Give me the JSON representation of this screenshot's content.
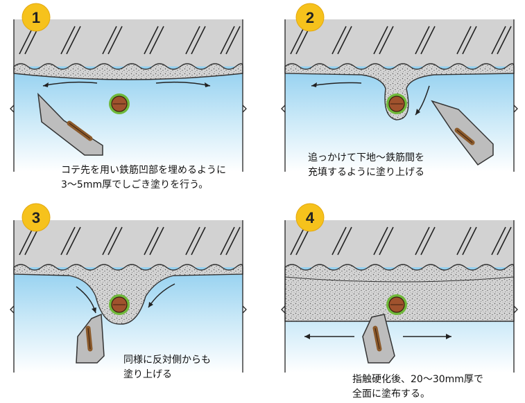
{
  "steps": [
    {
      "number": "1",
      "caption": [
        "コテ先を用い鉄筋凹部を埋めるように",
        "3〜5mm厚でしごき塗りを行う。"
      ]
    },
    {
      "number": "2",
      "caption": [
        "追っかけて下地〜鉄筋間を",
        "充填するように塗り上げる"
      ]
    },
    {
      "number": "3",
      "caption": [
        "同様に反対側からも",
        "塗り上げる"
      ]
    },
    {
      "number": "4",
      "caption": [
        "指触硬化後、20〜30mm厚で",
        "全面に塗布する。"
      ]
    }
  ],
  "colors": {
    "badge": "#f6c21c",
    "concrete": "#d2d2d2",
    "mortar": "#c9c9c9",
    "water_top": "#8ccdef",
    "water_bottom": "#ffffff",
    "rebar_ring": "#6fb83a",
    "rebar": "#a0522d",
    "trowel": "#bdbdbd",
    "handle": "#8b5a2b"
  }
}
